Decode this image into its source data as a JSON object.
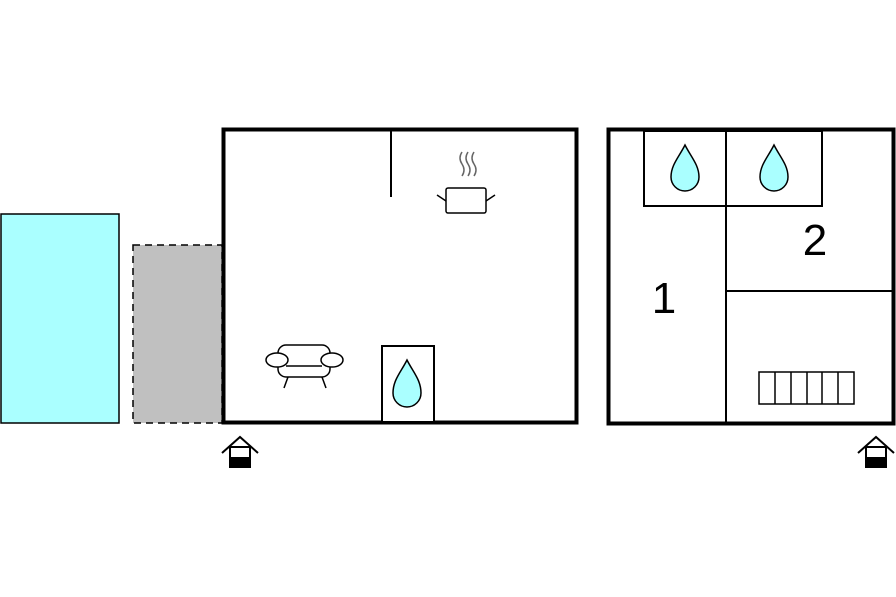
{
  "colors": {
    "pool": "#aaffff",
    "terrace": "#c0c0c0",
    "water": "#aaffff",
    "wall": "#000000",
    "background": "#ffffff"
  },
  "rooms": {
    "bedroom_1_label": "1",
    "bedroom_2_label": "2"
  },
  "icons": {
    "pool": "pool-area",
    "terrace": "terrace-area",
    "kitchen": "cooking-pot-icon",
    "living": "sofa-icon",
    "water": "water-drop-icon",
    "heater": "radiator-icon",
    "entrance": "entrance-icon"
  }
}
